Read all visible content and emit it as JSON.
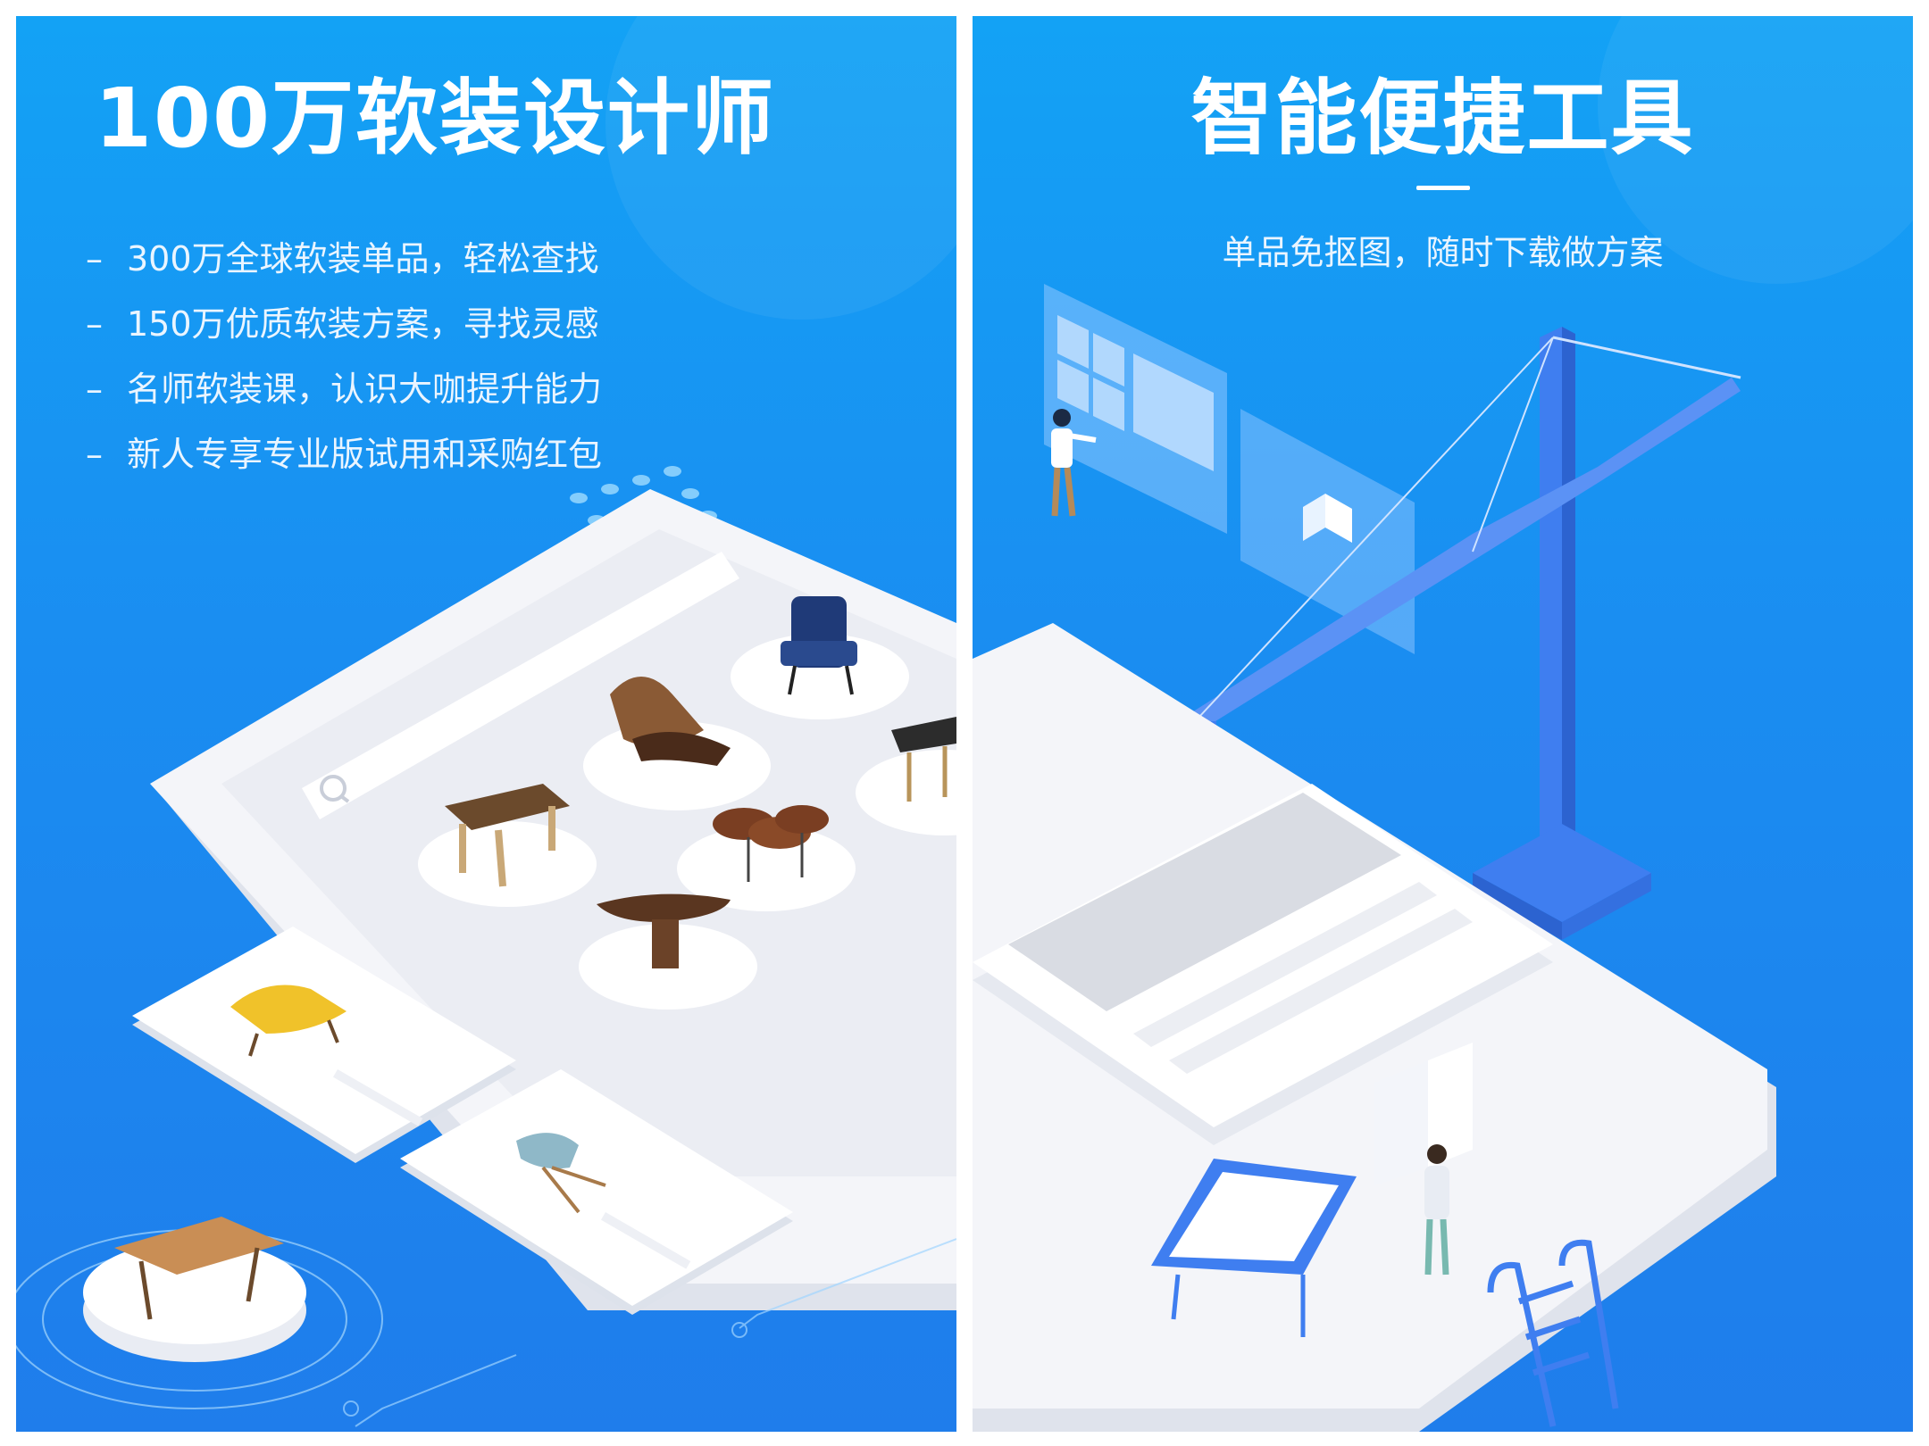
{
  "left": {
    "title": "100万软装设计师",
    "bullets": [
      {
        "dash": "–",
        "text": "300万全球软装单品，轻松查找"
      },
      {
        "dash": "–",
        "text": "150万优质软装方案，寻找灵感"
      },
      {
        "dash": "–",
        "text": "名师软装课，认识大咖提升能力"
      },
      {
        "dash": "–",
        "text": "新人专享专业版试用和采购红包"
      }
    ]
  },
  "right": {
    "title": "智能便捷工具",
    "subtitle": "单品免抠图，随时下载做方案"
  },
  "colors": {
    "background_top": "#13a2f5",
    "background_bottom": "#1f7deb",
    "crane": "#3f7ef0",
    "phone_surface": "#f3f4f8"
  },
  "icons": {
    "search": "search-icon",
    "logo": "app-logo-icon"
  }
}
